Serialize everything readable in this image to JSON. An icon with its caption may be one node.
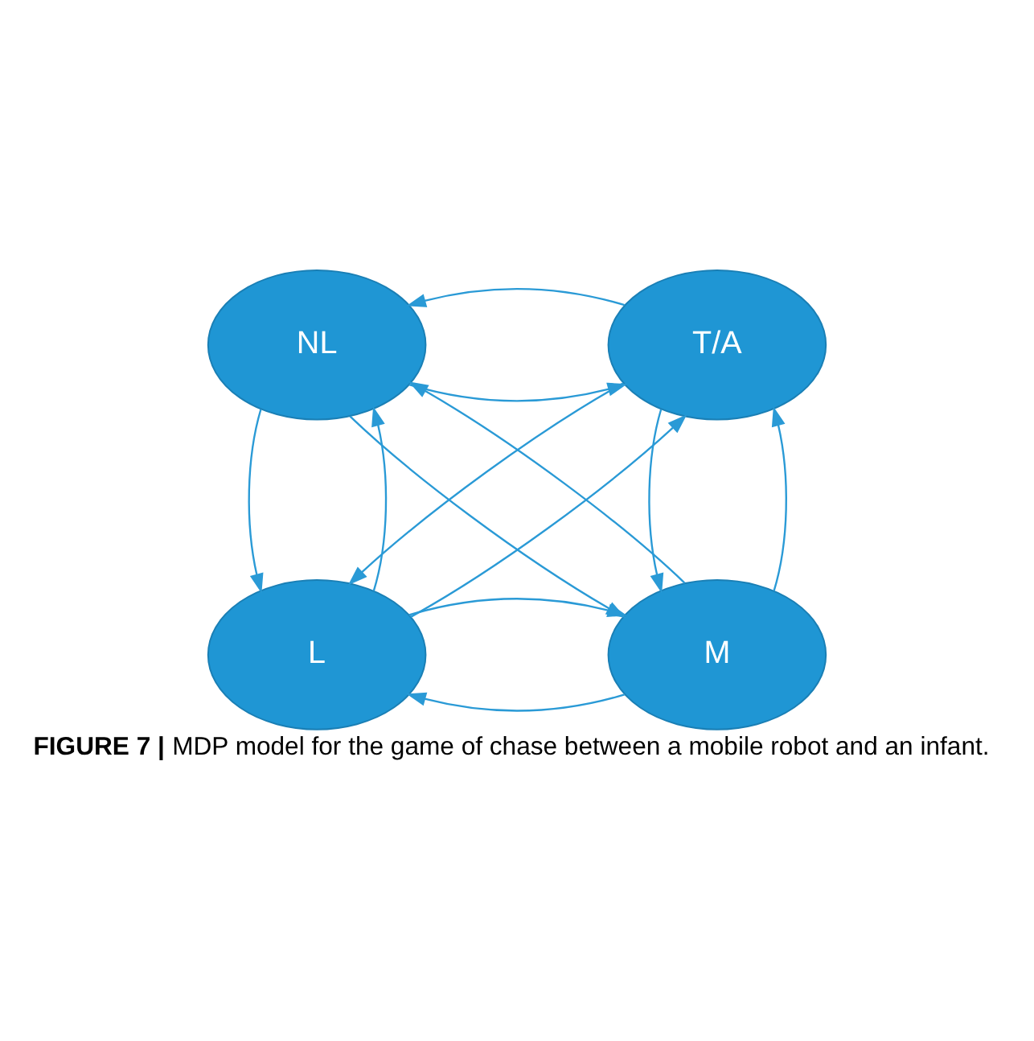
{
  "diagram": {
    "caption": "**FIGURE 7 |** MDP model for the game of chase between a mobile robot and an infant.",
    "nodes": [
      {
        "text": [
          "NL"
        ]
      },
      {
        "text": [
          "T/A"
        ]
      },
      {
        "text": [
          "L"
        ]
      },
      {
        "text": [
          "M"
        ]
      }
    ],
    "edges": [
      {
        "from": 0,
        "to": 1,
        "arrow": "to"
      },
      {
        "from": 1,
        "to": 0,
        "arrow": "to"
      },
      {
        "from": 0,
        "to": 2,
        "arrow": "to"
      },
      {
        "from": 2,
        "to": 0,
        "arrow": "to"
      },
      {
        "from": 1,
        "to": 3,
        "arrow": "to"
      },
      {
        "from": 3,
        "to": 1,
        "arrow": "to"
      },
      {
        "from": 3,
        "to": 2,
        "arrow": "to"
      },
      {
        "from": 2,
        "to": 3,
        "arrow": "to"
      },
      {
        "from": 0,
        "to": 3,
        "arrow": "to"
      },
      {
        "from": 3,
        "to": 0,
        "arrow": "to"
      },
      {
        "from": 1,
        "to": 2,
        "arrow": "to"
      },
      {
        "from": 2,
        "to": 1,
        "arrow": "to"
      }
    ]
  }
}
